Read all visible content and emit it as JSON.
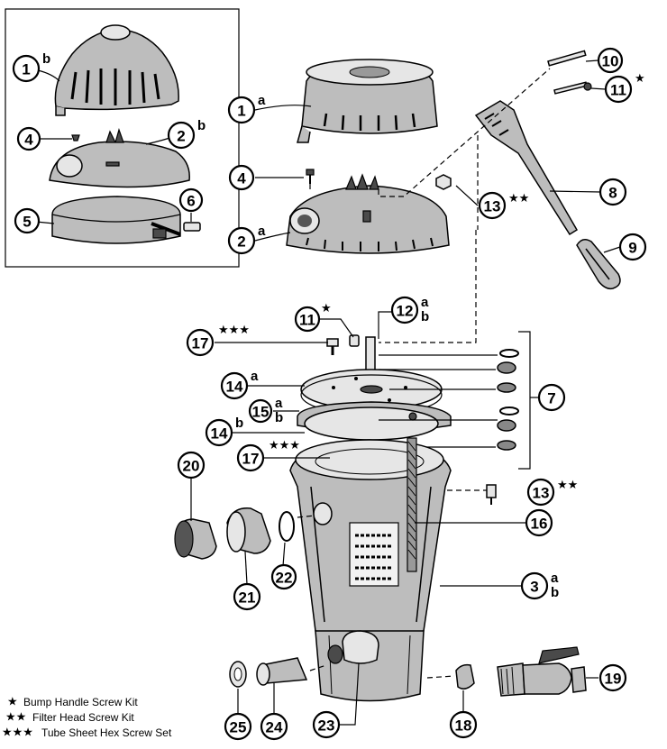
{
  "callouts": [
    {
      "id": "c1b",
      "num": "1",
      "sfx": "b",
      "stars": ""
    },
    {
      "id": "c2b",
      "num": "2",
      "sfx": "b",
      "stars": ""
    },
    {
      "id": "c4i",
      "num": "4",
      "sfx": "",
      "stars": ""
    },
    {
      "id": "c5",
      "num": "5",
      "sfx": "",
      "stars": ""
    },
    {
      "id": "c6",
      "num": "6",
      "sfx": "",
      "stars": ""
    },
    {
      "id": "c1a",
      "num": "1",
      "sfx": "a",
      "stars": ""
    },
    {
      "id": "c4",
      "num": "4",
      "sfx": "",
      "stars": ""
    },
    {
      "id": "c2a",
      "num": "2",
      "sfx": "a",
      "stars": ""
    },
    {
      "id": "c10",
      "num": "10",
      "sfx": "",
      "stars": ""
    },
    {
      "id": "c11a",
      "num": "11",
      "sfx": "",
      "stars": "★"
    },
    {
      "id": "c8",
      "num": "8",
      "sfx": "",
      "stars": ""
    },
    {
      "id": "c13a",
      "num": "13",
      "sfx": "",
      "stars": "★★"
    },
    {
      "id": "c9",
      "num": "9",
      "sfx": "",
      "stars": ""
    },
    {
      "id": "c11b",
      "num": "11",
      "sfx": "",
      "stars": "★"
    },
    {
      "id": "c12",
      "num": "12",
      "sfx": "a\nb",
      "stars": ""
    },
    {
      "id": "c17a",
      "num": "17",
      "sfx": "",
      "stars": "★★★"
    },
    {
      "id": "c14a",
      "num": "14",
      "sfx": "a",
      "stars": ""
    },
    {
      "id": "c7",
      "num": "7",
      "sfx": "",
      "stars": ""
    },
    {
      "id": "c15",
      "num": "15",
      "sfx": "a\nb",
      "stars": ""
    },
    {
      "id": "c14b",
      "num": "14",
      "sfx": "b",
      "stars": ""
    },
    {
      "id": "c17b",
      "num": "17",
      "sfx": "",
      "stars": "★★★"
    },
    {
      "id": "c20",
      "num": "20",
      "sfx": "",
      "stars": ""
    },
    {
      "id": "c13b",
      "num": "13",
      "sfx": "",
      "stars": "★★"
    },
    {
      "id": "c16",
      "num": "16",
      "sfx": "",
      "stars": ""
    },
    {
      "id": "c22",
      "num": "22",
      "sfx": "",
      "stars": ""
    },
    {
      "id": "c21",
      "num": "21",
      "sfx": "",
      "stars": ""
    },
    {
      "id": "c3",
      "num": "3",
      "sfx": "a\nb",
      "stars": ""
    },
    {
      "id": "c25",
      "num": "25",
      "sfx": "",
      "stars": ""
    },
    {
      "id": "c24",
      "num": "24",
      "sfx": "",
      "stars": ""
    },
    {
      "id": "c23",
      "num": "23",
      "sfx": "",
      "stars": ""
    },
    {
      "id": "c18",
      "num": "18",
      "sfx": "",
      "stars": ""
    },
    {
      "id": "c19",
      "num": "19",
      "sfx": "",
      "stars": ""
    }
  ],
  "legend": [
    {
      "stars": "★",
      "label": "Bump Handle Screw Kit"
    },
    {
      "stars": "★★",
      "label": "Filter Head Screw Kit"
    },
    {
      "stars": "★★★",
      "label": "Tube Sheet Hex Screw Set"
    }
  ]
}
